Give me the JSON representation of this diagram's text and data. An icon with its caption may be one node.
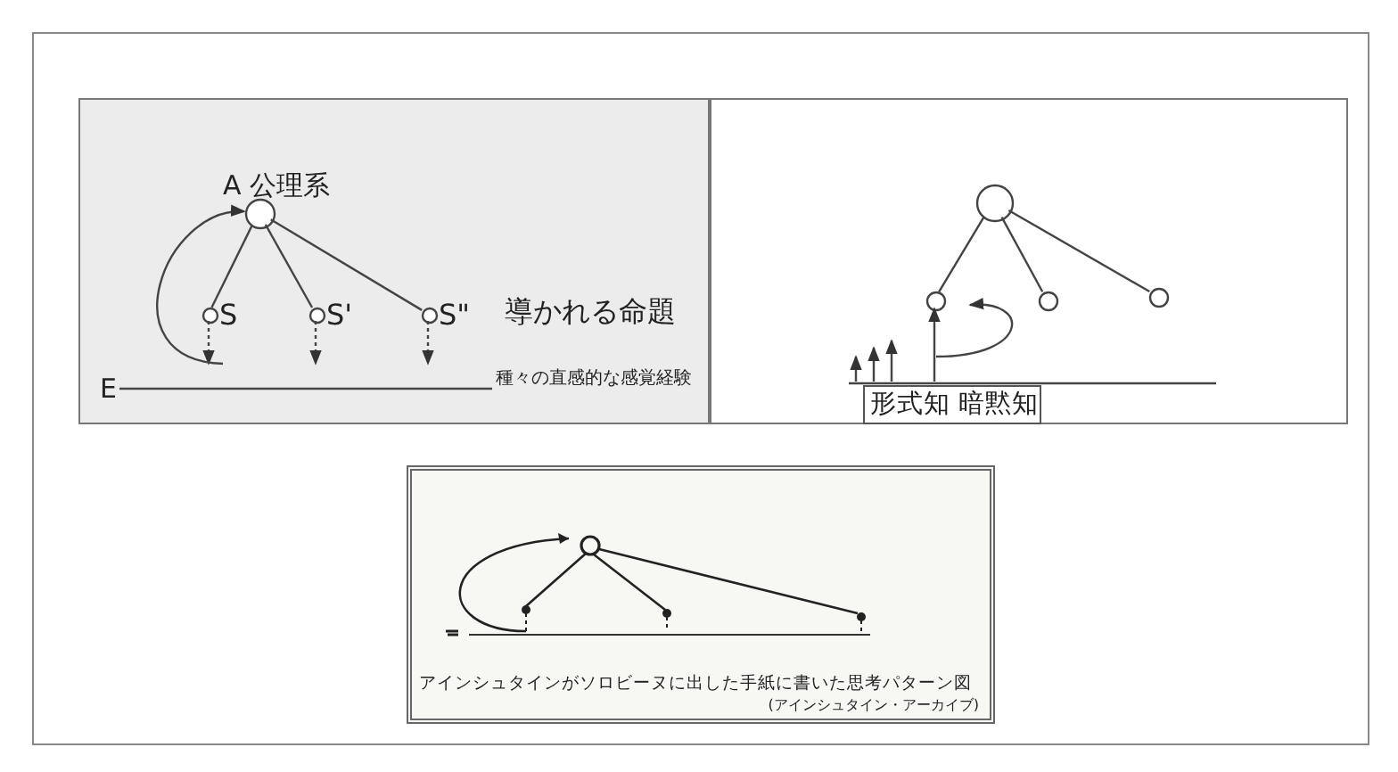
{
  "diagram": {
    "nodes": [
      {
        "text": [],
        "shape": "box"
      },
      {
        "text": [
          "A 公理系"
        ],
        "in": 0
      },
      {
        "text": [
          "S"
        ],
        "in": 0
      },
      {
        "text": [
          "S'"
        ],
        "in": 0
      },
      {
        "text": [
          "S\""
        ],
        "in": 0
      },
      {
        "text": [
          "E",
          "種々の直感的な感覚経験"
        ],
        "in": 0
      },
      {
        "text": [],
        "shape": "box"
      },
      {
        "text": [],
        "shape": "circle",
        "in": 6
      },
      {
        "text": [],
        "shape": "circle",
        "in": 6
      },
      {
        "text": [],
        "shape": "circle",
        "in": 6
      },
      {
        "text": [],
        "shape": "circle",
        "in": 6
      },
      {
        "text": [],
        "shape": "bar",
        "in": 6
      },
      {
        "text": [
          "形式知 暗黙知"
        ],
        "in": 6
      },
      {
        "text": [
          "アインシュタインがソロビーヌに出した手紙に書いた思考パターン図",
          "(アインシュタイン・アーカイブ)"
        ]
      }
    ],
    "edges": [
      {
        "from": 1,
        "to": 2,
        "arrow": "none"
      },
      {
        "from": 1,
        "to": 3,
        "arrow": "none"
      },
      {
        "from": 1,
        "to": 4,
        "arrow": "none"
      },
      {
        "from": 2,
        "to": 5,
        "arrow": "to",
        "style": "dashed"
      },
      {
        "from": 3,
        "to": 5,
        "arrow": "to",
        "style": "dashed"
      },
      {
        "from": 4,
        "to": 5,
        "arrow": "to",
        "style": "dashed"
      },
      {
        "from": 5,
        "to": 1,
        "arrow": "to"
      },
      {
        "from": 7,
        "to": 8,
        "arrow": "none"
      },
      {
        "from": 7,
        "to": 9,
        "arrow": "none"
      },
      {
        "from": 7,
        "to": 10,
        "arrow": "none"
      },
      {
        "from": 11,
        "to": null,
        "arrow": "to"
      },
      {
        "from": 11,
        "to": null,
        "arrow": "to"
      },
      {
        "from": 11,
        "to": null,
        "arrow": "to"
      },
      {
        "from": 11,
        "to": 8,
        "arrow": "to"
      }
    ],
    "labels": [
      "導かれる命題"
    ]
  }
}
